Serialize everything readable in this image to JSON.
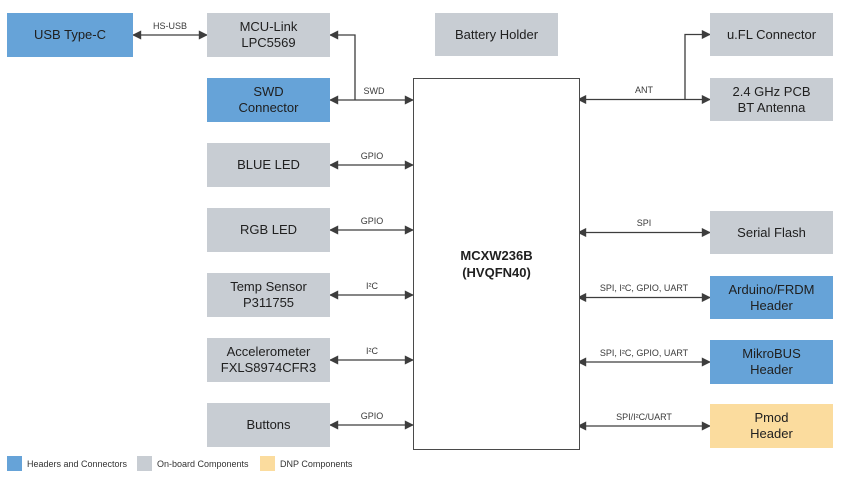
{
  "colors": {
    "headers_connectors": "#66A3D8",
    "onboard": "#C8CDD3",
    "dnp": "#FBDC9E",
    "wire": "#3D3D3D",
    "chip_border": "#4A4A4A",
    "text": "#202020"
  },
  "nodes": {
    "usb_type_c": "USB Type-C",
    "mcu_link": "MCU-Link\nLPC5569",
    "swd_connector": "SWD\nConnector",
    "blue_led": "BLUE LED",
    "rgb_led": "RGB LED",
    "temp_sensor": "Temp Sensor\nP311755",
    "accelerometer": "Accelerometer\nFXLS8974CFR3",
    "buttons": "Buttons",
    "battery_holder": "Battery Holder",
    "chip": "MCXW236B\n(HVQFN40)",
    "ufl_connector": "u.FL Connector",
    "bt_antenna": "2.4 GHz PCB\nBT Antenna",
    "serial_flash": "Serial Flash",
    "arduino_header": "Arduino/FRDM\nHeader",
    "mikrobus_header": "MikroBUS\nHeader",
    "pmod_header": "Pmod\nHeader"
  },
  "edges": {
    "hs_usb": "HS-USB",
    "swd": "SWD",
    "gpio_blue_led": "GPIO",
    "gpio_rgb_led": "GPIO",
    "i2c_temp": "I²C",
    "i2c_accel": "I²C",
    "gpio_buttons": "GPIO",
    "ant": "ANT",
    "spi": "SPI",
    "arduino": "SPI, I²C, GPIO, UART",
    "mikrobus": "SPI, I²C, GPIO, UART",
    "pmod": "SPI/I²C/UART"
  },
  "legend": {
    "items": [
      {
        "label": "Headers and Connectors",
        "color": "#66A3D8"
      },
      {
        "label": "On-board Components",
        "color": "#C8CDD3"
      },
      {
        "label": "DNP Components",
        "color": "#FBDC9E"
      }
    ]
  }
}
